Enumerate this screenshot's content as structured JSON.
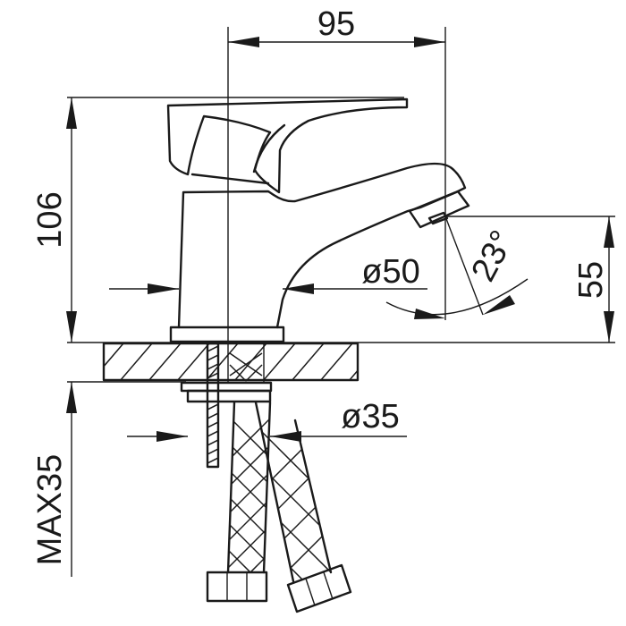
{
  "dimensions": {
    "width": "95",
    "height": "106",
    "spout_height": "55",
    "body_diameter": "ø50",
    "mount_diameter": "ø35",
    "spout_angle": "23°",
    "max_thickness": "MAX35"
  }
}
